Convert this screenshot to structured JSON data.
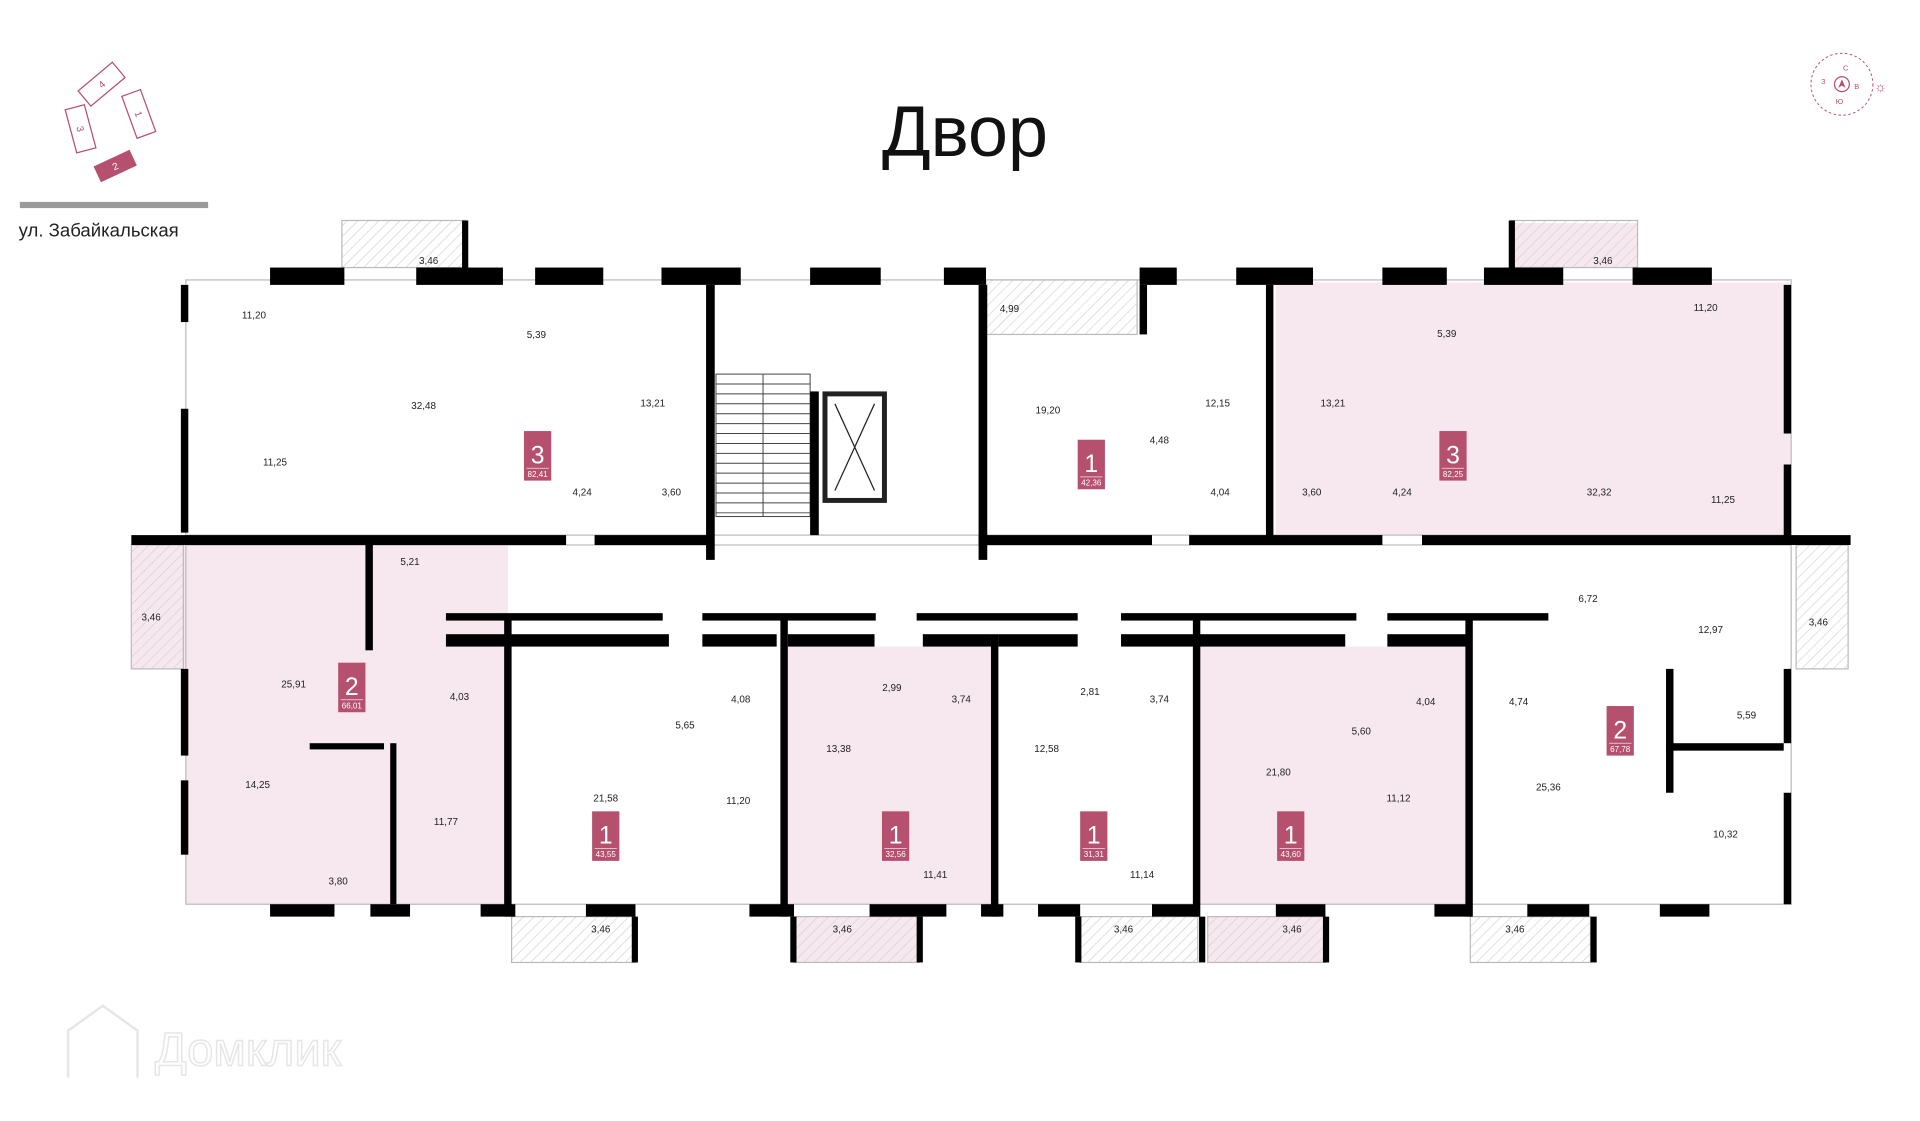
{
  "title": "Двор",
  "street": "ул. Забайкальская",
  "site_map": {
    "sections": [
      "1",
      "2",
      "3",
      "4"
    ],
    "selected_section": "2"
  },
  "compass": {
    "north": "С",
    "east": "В",
    "south": "Ю",
    "west": "З"
  },
  "watermark": "Домклик",
  "colors": {
    "accent": "#b5506f",
    "highlight_fill": "#f7e8ef",
    "wall": "#000000",
    "grey_line": "#9a9a9a"
  },
  "apartments": [
    {
      "rooms": "3",
      "area": "82,41",
      "highlighted": false
    },
    {
      "rooms": "1",
      "area": "42,36",
      "highlighted": false
    },
    {
      "rooms": "3",
      "area": "82,25",
      "highlighted": true
    },
    {
      "rooms": "2",
      "area": "66,01",
      "highlighted": true
    },
    {
      "rooms": "1",
      "area": "43,55",
      "highlighted": false
    },
    {
      "rooms": "1",
      "area": "32,56",
      "highlighted": true
    },
    {
      "rooms": "1",
      "area": "31,31",
      "highlighted": false
    },
    {
      "rooms": "1",
      "area": "43,60",
      "highlighted": true
    },
    {
      "rooms": "2",
      "area": "67,78",
      "highlighted": false
    }
  ],
  "room_areas": [
    "3,46",
    "11,20",
    "5,39",
    "32,48",
    "13,21",
    "11,25",
    "4,24",
    "3,60",
    "4,99",
    "19,20",
    "4,48",
    "12,15",
    "4,04",
    "3,46",
    "5,39",
    "11,20",
    "13,21",
    "3,60",
    "4,24",
    "32,32",
    "11,25",
    "5,21",
    "3,46",
    "25,91",
    "4,03",
    "14,25",
    "11,77",
    "3,80",
    "21,58",
    "5,65",
    "4,08",
    "11,20",
    "3,46",
    "2,99",
    "3,74",
    "13,38",
    "11,41",
    "3,46",
    "2,81",
    "3,74",
    "12,58",
    "11,14",
    "3,46",
    "21,80",
    "5,60",
    "4,04",
    "11,12",
    "3,46",
    "4,74",
    "6,72",
    "12,97",
    "3,46",
    "5,59",
    "25,36",
    "10,32",
    "3,46"
  ]
}
